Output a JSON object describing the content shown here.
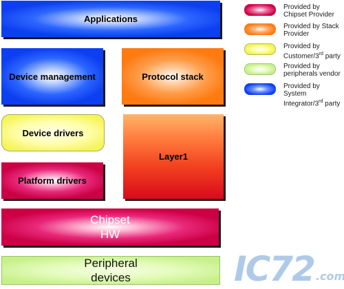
{
  "blocks": {
    "applications": "Applications",
    "device_management": "Device management",
    "protocol_stack": "Protocol stack",
    "device_drivers": "Device drivers",
    "layer1": "Layer1",
    "platform_drivers": "Platform drivers",
    "chipset_hw": "Chipset\nHW",
    "peripheral_devices": "Peripheral\ndevices"
  },
  "legend": [
    {
      "color": "magenta",
      "text": "Provided by\nChipset Provider"
    },
    {
      "color": "orange",
      "text": "Provided by Stack\nProvider"
    },
    {
      "color": "yellow",
      "text": "Provided by\nCustomer/3rd party"
    },
    {
      "color": "green",
      "text": "Provided by\nperipherals vendor"
    },
    {
      "color": "blue",
      "text": "Provided by System\nIntegrator/3rd party"
    }
  ],
  "watermark": {
    "main": "IC72",
    "sub": ".com"
  },
  "colors": {
    "blue": "#0d3ff0",
    "orange": "#ff7a10",
    "magenta": "#cc0044",
    "yellow": "#f5f55c",
    "green": "#c6f08a",
    "red": "#d80a1c"
  }
}
